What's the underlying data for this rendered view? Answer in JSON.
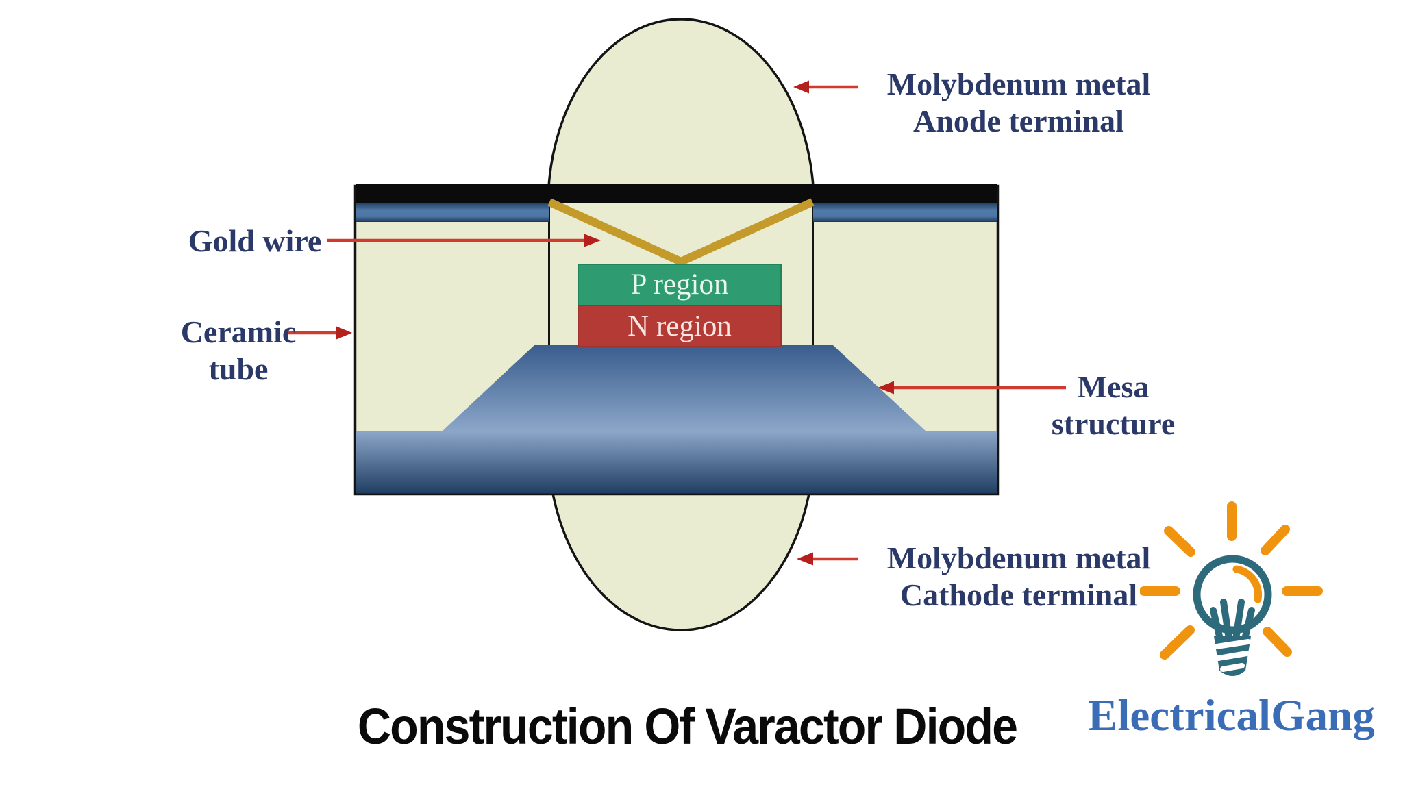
{
  "title": "Construction Of Varactor Diode",
  "diagram": {
    "labels": {
      "anode": {
        "line1": "Molybdenum metal",
        "line2": "Anode terminal"
      },
      "gold_wire": "Gold wire",
      "ceramic": {
        "line1": "Ceramic",
        "line2": "tube"
      },
      "mesa": {
        "line1": "Mesa",
        "line2": "structure"
      },
      "cathode": {
        "line1": "Molybdenum metal",
        "line2": "Cathode terminal"
      },
      "p_region": "P region",
      "n_region": "N region"
    },
    "colors": {
      "ceramic_fill": "#e9ecd0",
      "outline_black": "#141414",
      "top_contact_black": "#0b0b0b",
      "side_contact_blue": "#4d76a4",
      "gold_wire": "#c49b2a",
      "p_region_green": "#2f9b70",
      "n_region_red": "#b43b35",
      "mesa_blue_dark": "#3a5d8e",
      "mesa_blue_light": "#8ba6c8",
      "mesa_blue_deep": "#203e63",
      "arrow_red": "#cf3b2e",
      "arrowhead_red": "#b5201d",
      "label_navy": "#2b3968",
      "title_black": "#0a0a0a"
    }
  },
  "brand": {
    "name": "ElectricalGang",
    "icon": "lightbulb-icon",
    "text_color": "#3a6db5",
    "bulb_color": "#2d6a7c",
    "rays_color": "#f0930f"
  }
}
